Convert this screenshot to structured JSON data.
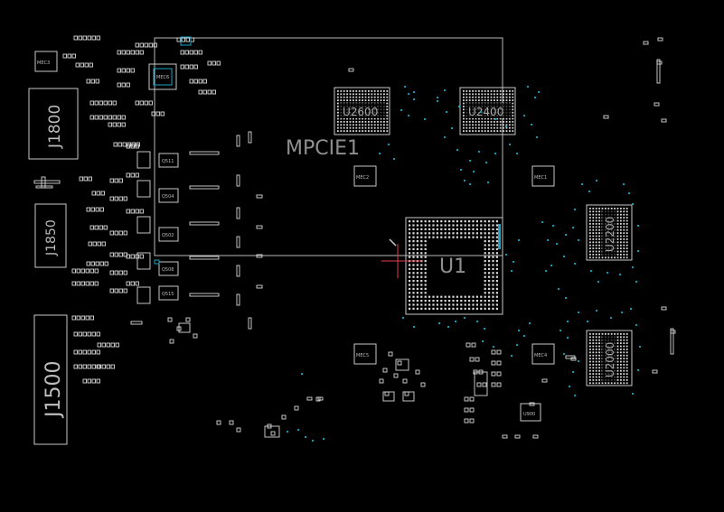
{
  "title": "PCB boardview",
  "colors": {
    "background": "#000000",
    "outline": "#c8c8c8",
    "pad": "#d8d8d8",
    "label": "#9a9a9a",
    "via": "#1aa6c8",
    "marker": "#e0404a"
  },
  "labels": {
    "j1800": "J1800",
    "j1850": "J1850",
    "j1500": "J1500",
    "mpcie": "MPCIE1",
    "u2600": "U2600",
    "u2400": "U2400",
    "u1": "U1",
    "u2200": "U2200",
    "u2000": "U2000",
    "u900": "U900",
    "q511": "Q511",
    "q504": "Q504",
    "q502": "Q502",
    "q508": "Q508",
    "q515": "Q515",
    "mec1": "MEC3",
    "mec2": "MEC2",
    "mec3": "MEC1",
    "mec4": "MEC5",
    "mec5": "MEC4",
    "mec6": "MEC6"
  }
}
